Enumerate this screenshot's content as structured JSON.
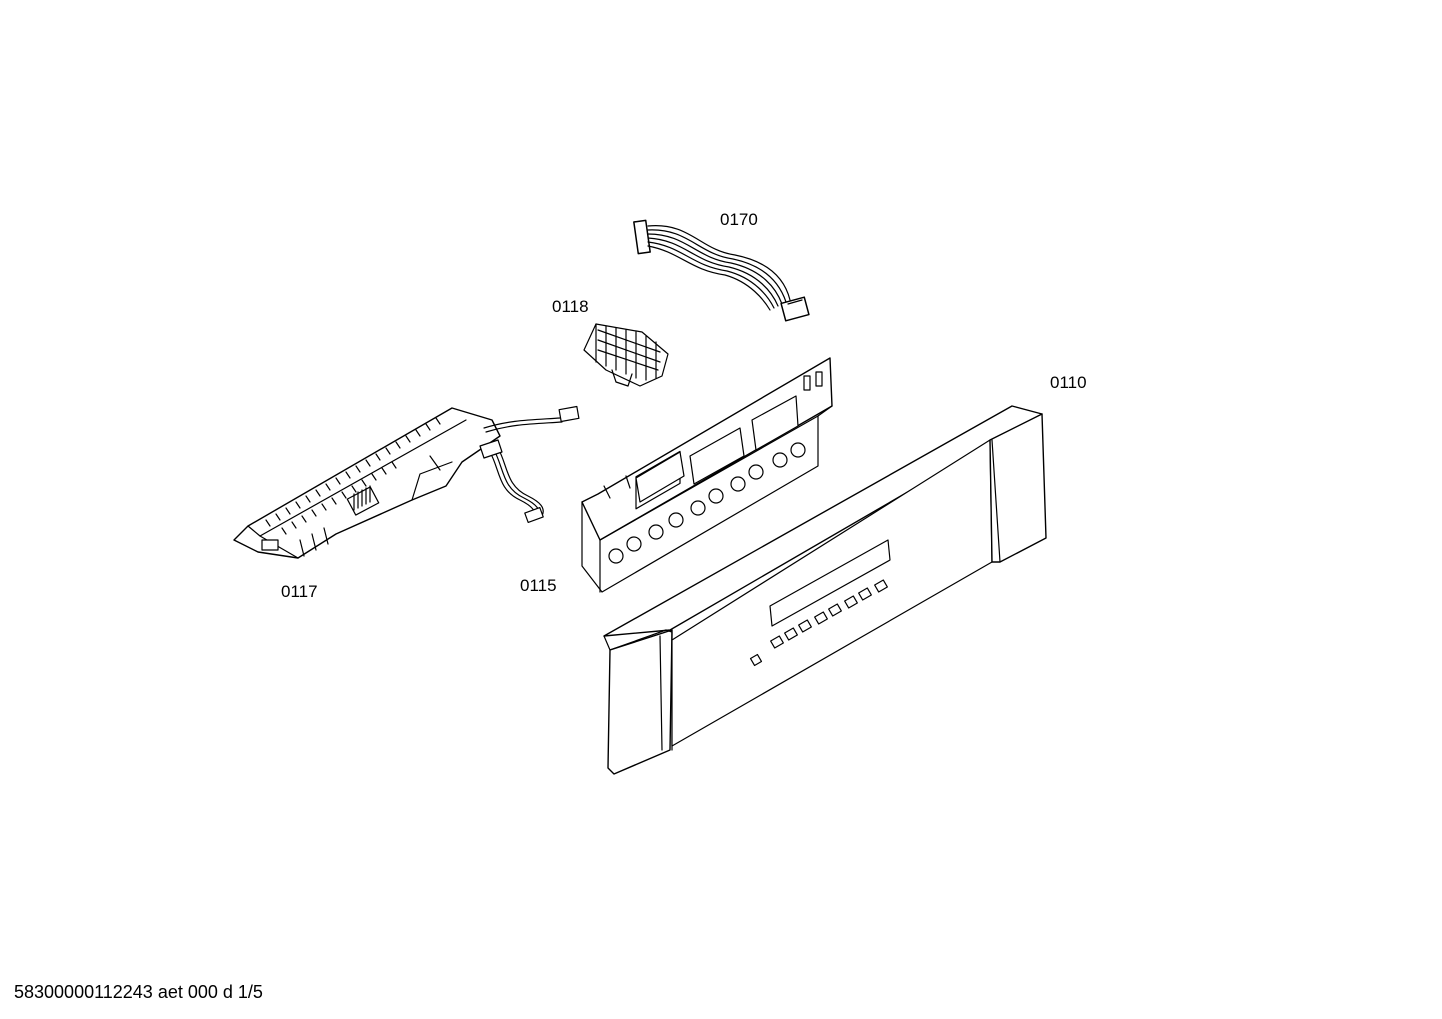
{
  "labels": {
    "cable": "0170",
    "heatsink": "0118",
    "panel": "0110",
    "board": "0117",
    "frame": "0115"
  },
  "footer": "58300000112243 aet 000 d 1/5"
}
